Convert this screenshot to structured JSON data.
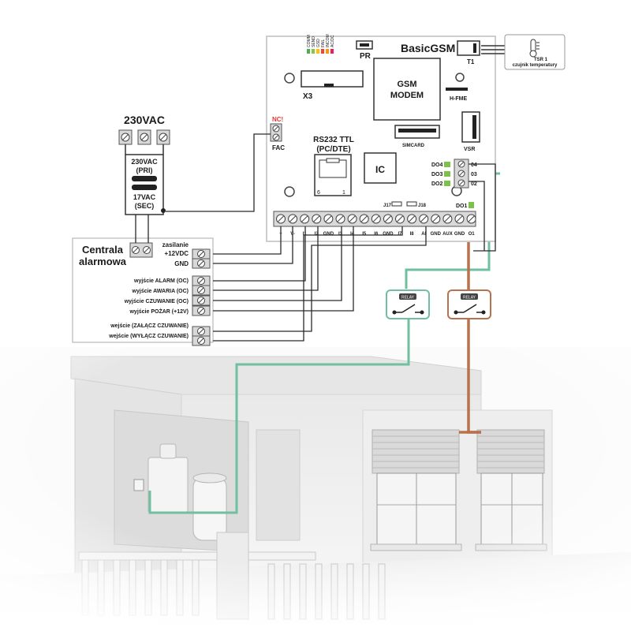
{
  "board": {
    "title": "BasicGSM",
    "pr": "PR",
    "x3": "X3",
    "modem_line1": "GSM",
    "modem_line2": "MODEM",
    "hfme": "H-FME",
    "simcard": "SIMCARD",
    "vsr": "VSR",
    "t1": "T1",
    "rs232_line1": "RS232 TTL",
    "rs232_line2": "(PC/DTE)",
    "rs_pin6": "6",
    "rs_pin1": "1",
    "ic": "IC",
    "jp7": "J17",
    "jp8": "J18",
    "do4": "DO4",
    "do3": "DO3",
    "do2": "DO2",
    "do1": "DO1",
    "o4": "04",
    "o3": "03",
    "o2": "02",
    "leds": [
      "COMM",
      "SEND",
      "GSD",
      "FAIL",
      "INCOM",
      "AC/DC"
    ],
    "terminals": [
      "+",
      "V-",
      "I1",
      "I2",
      "GND",
      "I3",
      "I4",
      "I5",
      "I6",
      "GND",
      "I7",
      "I8",
      "AI",
      "GND",
      "AUX",
      "GND",
      "O1"
    ]
  },
  "sensor": {
    "line1": "TSR 1",
    "line2": "czujnik temperatury"
  },
  "fac": {
    "nc": "NC!",
    "label": "FAC"
  },
  "transformer": {
    "supply": "230VAC",
    "pri_line1": "230VAC",
    "pri_line2": "(PRI)",
    "sec_line1": "17VAC",
    "sec_line2": "(SEC)"
  },
  "panel": {
    "title_line1": "Centrala",
    "title_line2": "alarmowa",
    "rows": [
      "zasilanie",
      "+12VDC",
      "GND",
      "wyjście ALARM (OC)",
      "wyjście AWARIA (OC)",
      "wyjście CZUWANIE (OC)",
      "wyjście POŻAR (+12V)",
      "wejście (ZAŁĄCZ CZUWANIE)",
      "wejście (WYŁĄCZ CZUWANIE)"
    ]
  },
  "relays": [
    "RELAY",
    "RELAY"
  ],
  "colors": {
    "green": "#6fbfa0",
    "brown": "#b8724d",
    "wire": "#2a2a2a",
    "board_border": "#bdbdbd"
  }
}
